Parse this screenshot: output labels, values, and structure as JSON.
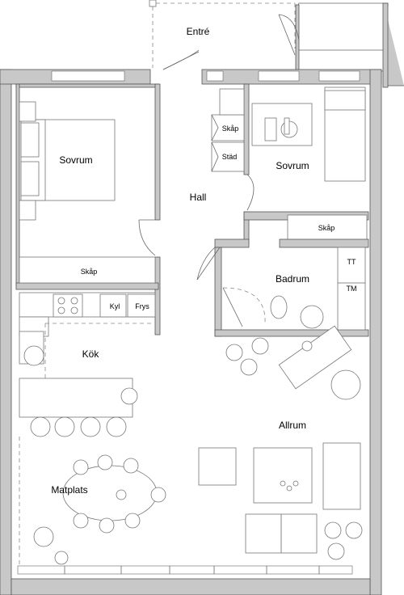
{
  "rooms": {
    "entre": "Entré",
    "sovrum_left": "Sovrum",
    "sovrum_right": "Sovrum",
    "hall": "Hall",
    "badrum": "Badrum",
    "kok": "Kök",
    "allrum": "Allrum",
    "matplats": "Matplats"
  },
  "labels": {
    "skap_hall_top": "Skåp",
    "stad": "Städ",
    "skap_right": "Skåp",
    "skap_left": "Skåp",
    "kyl": "Kyl",
    "frys": "Frys",
    "tt": "TT",
    "tm": "TM"
  }
}
